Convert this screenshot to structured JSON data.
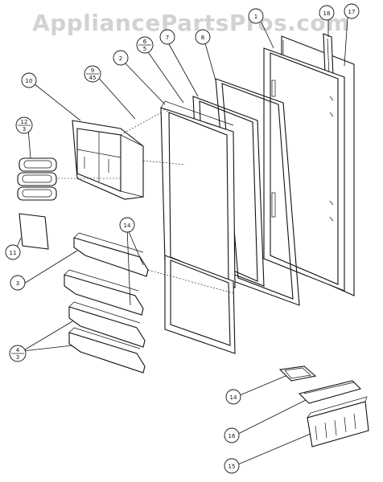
{
  "watermark": "AppliancePartsPros.com",
  "callouts": {
    "c1": "1",
    "c2": "2",
    "c3": "3",
    "c3b": "3",
    "c3c": "3",
    "c4": "4",
    "c5": "5",
    "c6": "6",
    "c7": "7",
    "c8": "8",
    "c9": "9",
    "c45": "45",
    "c10": "10",
    "c11": "11",
    "c12": "12",
    "c14a": "14",
    "c14b": "14",
    "c15": "15",
    "c16": "16",
    "c17": "17",
    "c18": "18"
  }
}
